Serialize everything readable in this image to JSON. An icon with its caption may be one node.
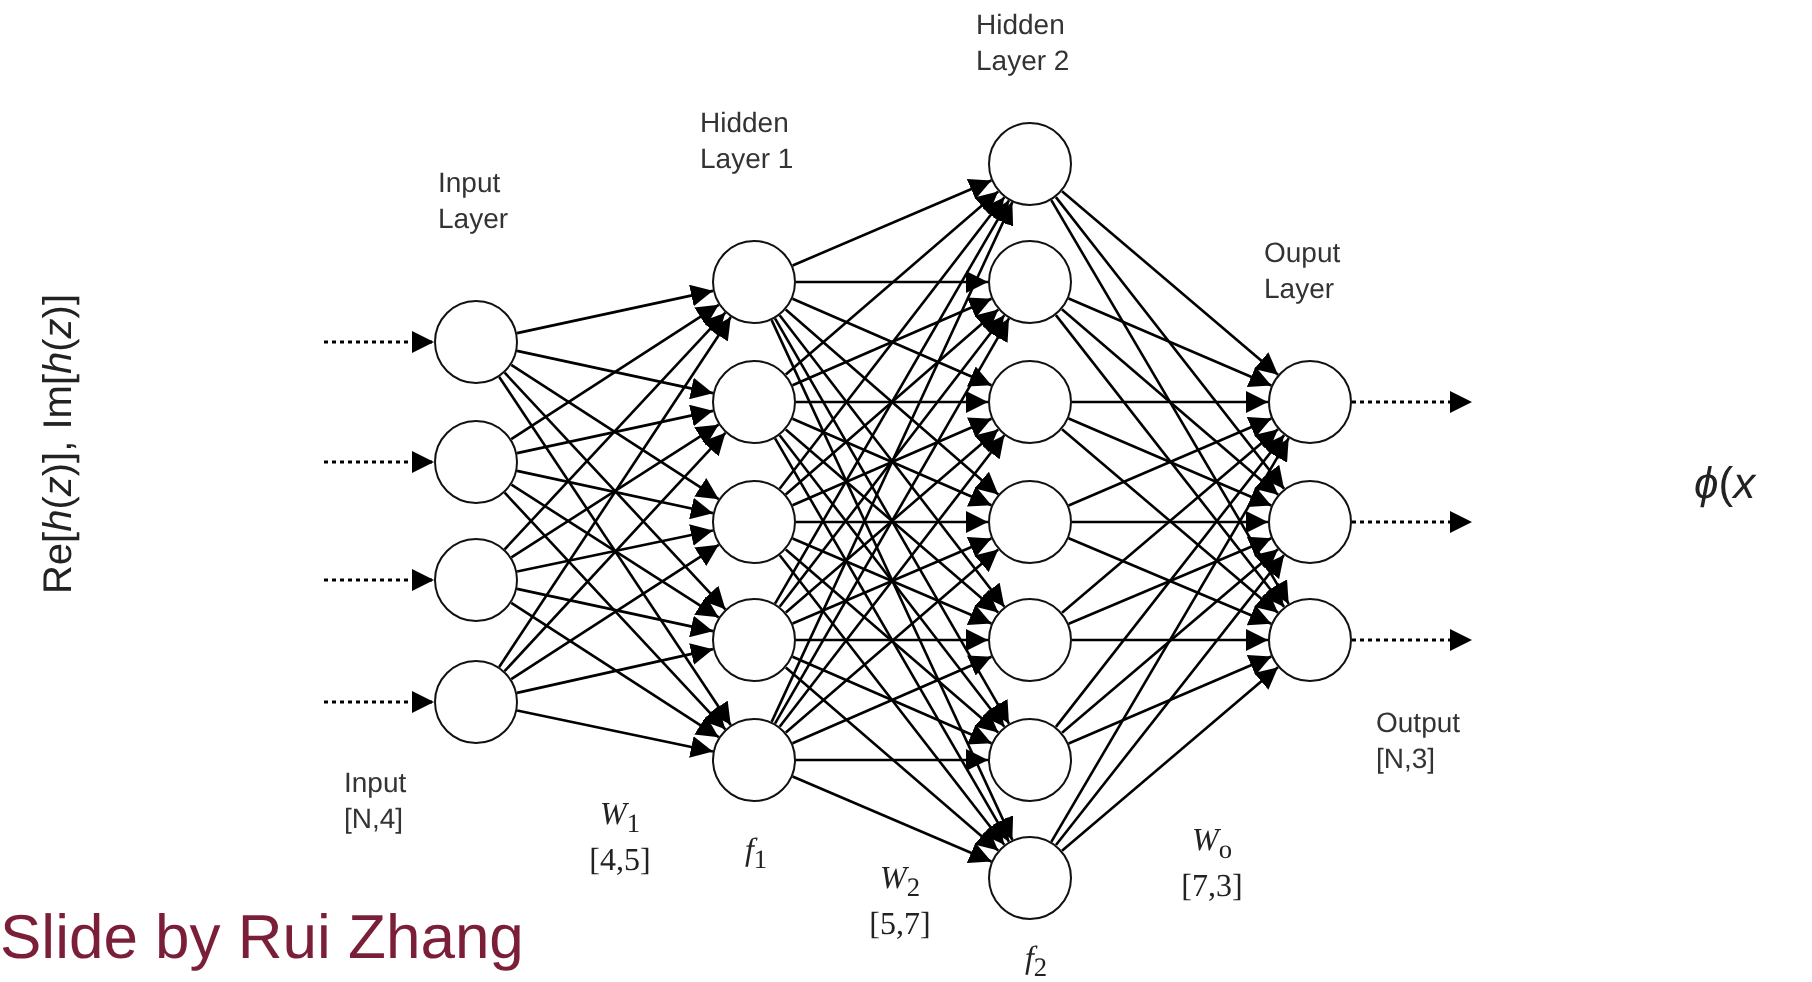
{
  "diagram": {
    "nodes": [
      {
        "text": [],
        "shape": "circle"
      },
      {
        "text": [],
        "shape": "circle"
      },
      {
        "text": [],
        "shape": "circle"
      },
      {
        "text": [],
        "shape": "circle"
      },
      {
        "text": [],
        "shape": "circle"
      },
      {
        "text": [],
        "shape": "circle"
      },
      {
        "text": [],
        "shape": "circle"
      },
      {
        "text": [],
        "shape": "circle"
      },
      {
        "text": [],
        "shape": "circle"
      },
      {
        "text": [],
        "shape": "circle"
      },
      {
        "text": [],
        "shape": "circle"
      },
      {
        "text": [],
        "shape": "circle"
      },
      {
        "text": [],
        "shape": "circle"
      },
      {
        "text": [],
        "shape": "circle"
      },
      {
        "text": [],
        "shape": "circle"
      },
      {
        "text": [],
        "shape": "circle"
      },
      {
        "text": [],
        "shape": "circle"
      },
      {
        "text": [],
        "shape": "circle"
      },
      {
        "text": [],
        "shape": "circle"
      }
    ],
    "edges": [
      {
        "from": null,
        "to": 0,
        "arrow": "to",
        "style": "dashed"
      },
      {
        "from": null,
        "to": 1,
        "arrow": "to",
        "style": "dashed"
      },
      {
        "from": null,
        "to": 2,
        "arrow": "to",
        "style": "dashed"
      },
      {
        "from": null,
        "to": 3,
        "arrow": "to",
        "style": "dashed"
      },
      {
        "from": 0,
        "to": 4,
        "arrow": "to"
      },
      {
        "from": 0,
        "to": 5,
        "arrow": "to"
      },
      {
        "from": 0,
        "to": 6,
        "arrow": "to"
      },
      {
        "from": 0,
        "to": 7,
        "arrow": "to"
      },
      {
        "from": 0,
        "to": 8,
        "arrow": "to"
      },
      {
        "from": 1,
        "to": 4,
        "arrow": "to"
      },
      {
        "from": 1,
        "to": 5,
        "arrow": "to"
      },
      {
        "from": 1,
        "to": 6,
        "arrow": "to"
      },
      {
        "from": 1,
        "to": 7,
        "arrow": "to"
      },
      {
        "from": 1,
        "to": 8,
        "arrow": "to"
      },
      {
        "from": 2,
        "to": 4,
        "arrow": "to"
      },
      {
        "from": 2,
        "to": 5,
        "arrow": "to"
      },
      {
        "from": 2,
        "to": 6,
        "arrow": "to"
      },
      {
        "from": 2,
        "to": 7,
        "arrow": "to"
      },
      {
        "from": 2,
        "to": 8,
        "arrow": "to"
      },
      {
        "from": 3,
        "to": 4,
        "arrow": "to"
      },
      {
        "from": 3,
        "to": 5,
        "arrow": "to"
      },
      {
        "from": 3,
        "to": 6,
        "arrow": "to"
      },
      {
        "from": 3,
        "to": 7,
        "arrow": "to"
      },
      {
        "from": 3,
        "to": 8,
        "arrow": "to"
      },
      {
        "from": 4,
        "to": 9,
        "arrow": "to"
      },
      {
        "from": 4,
        "to": 10,
        "arrow": "to"
      },
      {
        "from": 4,
        "to": 11,
        "arrow": "to"
      },
      {
        "from": 4,
        "to": 12,
        "arrow": "to"
      },
      {
        "from": 4,
        "to": 13,
        "arrow": "to"
      },
      {
        "from": 4,
        "to": 14,
        "arrow": "to"
      },
      {
        "from": 4,
        "to": 15,
        "arrow": "to"
      },
      {
        "from": 5,
        "to": 9,
        "arrow": "to"
      },
      {
        "from": 5,
        "to": 10,
        "arrow": "to"
      },
      {
        "from": 5,
        "to": 11,
        "arrow": "to"
      },
      {
        "from": 5,
        "to": 12,
        "arrow": "to"
      },
      {
        "from": 5,
        "to": 13,
        "arrow": "to"
      },
      {
        "from": 5,
        "to": 14,
        "arrow": "to"
      },
      {
        "from": 5,
        "to": 15,
        "arrow": "to"
      },
      {
        "from": 6,
        "to": 9,
        "arrow": "to"
      },
      {
        "from": 6,
        "to": 10,
        "arrow": "to"
      },
      {
        "from": 6,
        "to": 11,
        "arrow": "to"
      },
      {
        "from": 6,
        "to": 12,
        "arrow": "to"
      },
      {
        "from": 6,
        "to": 13,
        "arrow": "to"
      },
      {
        "from": 6,
        "to": 14,
        "arrow": "to"
      },
      {
        "from": 6,
        "to": 15,
        "arrow": "to"
      },
      {
        "from": 7,
        "to": 9,
        "arrow": "to"
      },
      {
        "from": 7,
        "to": 10,
        "arrow": "to"
      },
      {
        "from": 7,
        "to": 11,
        "arrow": "to"
      },
      {
        "from": 7,
        "to": 12,
        "arrow": "to"
      },
      {
        "from": 7,
        "to": 13,
        "arrow": "to"
      },
      {
        "from": 7,
        "to": 14,
        "arrow": "to"
      },
      {
        "from": 7,
        "to": 15,
        "arrow": "to"
      },
      {
        "from": 8,
        "to": 9,
        "arrow": "to"
      },
      {
        "from": 8,
        "to": 10,
        "arrow": "to"
      },
      {
        "from": 8,
        "to": 11,
        "arrow": "to"
      },
      {
        "from": 8,
        "to": 12,
        "arrow": "to"
      },
      {
        "from": 8,
        "to": 13,
        "arrow": "to"
      },
      {
        "from": 8,
        "to": 14,
        "arrow": "to"
      },
      {
        "from": 8,
        "to": 15,
        "arrow": "to"
      },
      {
        "from": 9,
        "to": 16,
        "arrow": "to"
      },
      {
        "from": 9,
        "to": 17,
        "arrow": "to"
      },
      {
        "from": 9,
        "to": 18,
        "arrow": "to"
      },
      {
        "from": 10,
        "to": 16,
        "arrow": "to"
      },
      {
        "from": 10,
        "to": 17,
        "arrow": "to"
      },
      {
        "from": 10,
        "to": 18,
        "arrow": "to"
      },
      {
        "from": 11,
        "to": 16,
        "arrow": "to"
      },
      {
        "from": 11,
        "to": 17,
        "arrow": "to"
      },
      {
        "from": 11,
        "to": 18,
        "arrow": "to"
      },
      {
        "from": 12,
        "to": 16,
        "arrow": "to"
      },
      {
        "from": 12,
        "to": 17,
        "arrow": "to"
      },
      {
        "from": 12,
        "to": 18,
        "arrow": "to"
      },
      {
        "from": 13,
        "to": 16,
        "arrow": "to"
      },
      {
        "from": 13,
        "to": 17,
        "arrow": "to"
      },
      {
        "from": 13,
        "to": 18,
        "arrow": "to"
      },
      {
        "from": 14,
        "to": 16,
        "arrow": "to"
      },
      {
        "from": 14,
        "to": 17,
        "arrow": "to"
      },
      {
        "from": 14,
        "to": 18,
        "arrow": "to"
      },
      {
        "from": 15,
        "to": 16,
        "arrow": "to"
      },
      {
        "from": 15,
        "to": 17,
        "arrow": "to"
      },
      {
        "from": 15,
        "to": 18,
        "arrow": "to"
      },
      {
        "from": 16,
        "to": null,
        "arrow": "to",
        "style": "dashed"
      },
      {
        "from": 17,
        "to": null,
        "arrow": "to",
        "style": "dashed"
      },
      {
        "from": 18,
        "to": null,
        "arrow": "to",
        "style": "dashed"
      }
    ],
    "labels": [
      "Hidden Layer 2",
      "Hidden Layer 1",
      "Input Layer",
      "Ouput Layer",
      "Re[*h*(*z*)], Im[*h*(*z*)]",
      "*ϕ*(*x*",
      "Output [N,3]",
      "Input [N,4]",
      "*W*$_{1}$ [4,5]",
      "*f*$_{1}$",
      "*W*$_{o}$ [7,3]",
      "*W*$_{2}$ [5,7]",
      "*f*$_{2}$",
      "Slide by Rui Zhang"
    ]
  }
}
